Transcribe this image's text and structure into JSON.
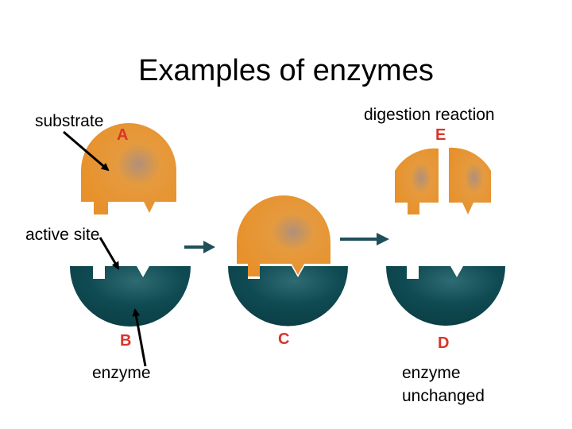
{
  "title": "Examples of enzymes",
  "labels": {
    "substrate": "substrate",
    "digestion_reaction": "digestion reaction",
    "active_site": "active site",
    "enzyme": "enzyme",
    "enzyme_unchanged_line1": "enzyme",
    "enzyme_unchanged_line2": "unchanged"
  },
  "letters": {
    "a": "A",
    "b": "B",
    "c": "C",
    "d": "D",
    "e": "E"
  },
  "colors": {
    "substrate": "#e8962e",
    "enzyme": "#0f4a52",
    "letter": "#d9342b",
    "flow_arrow": "#1f4f5a",
    "pointer_arrow": "#000000"
  }
}
